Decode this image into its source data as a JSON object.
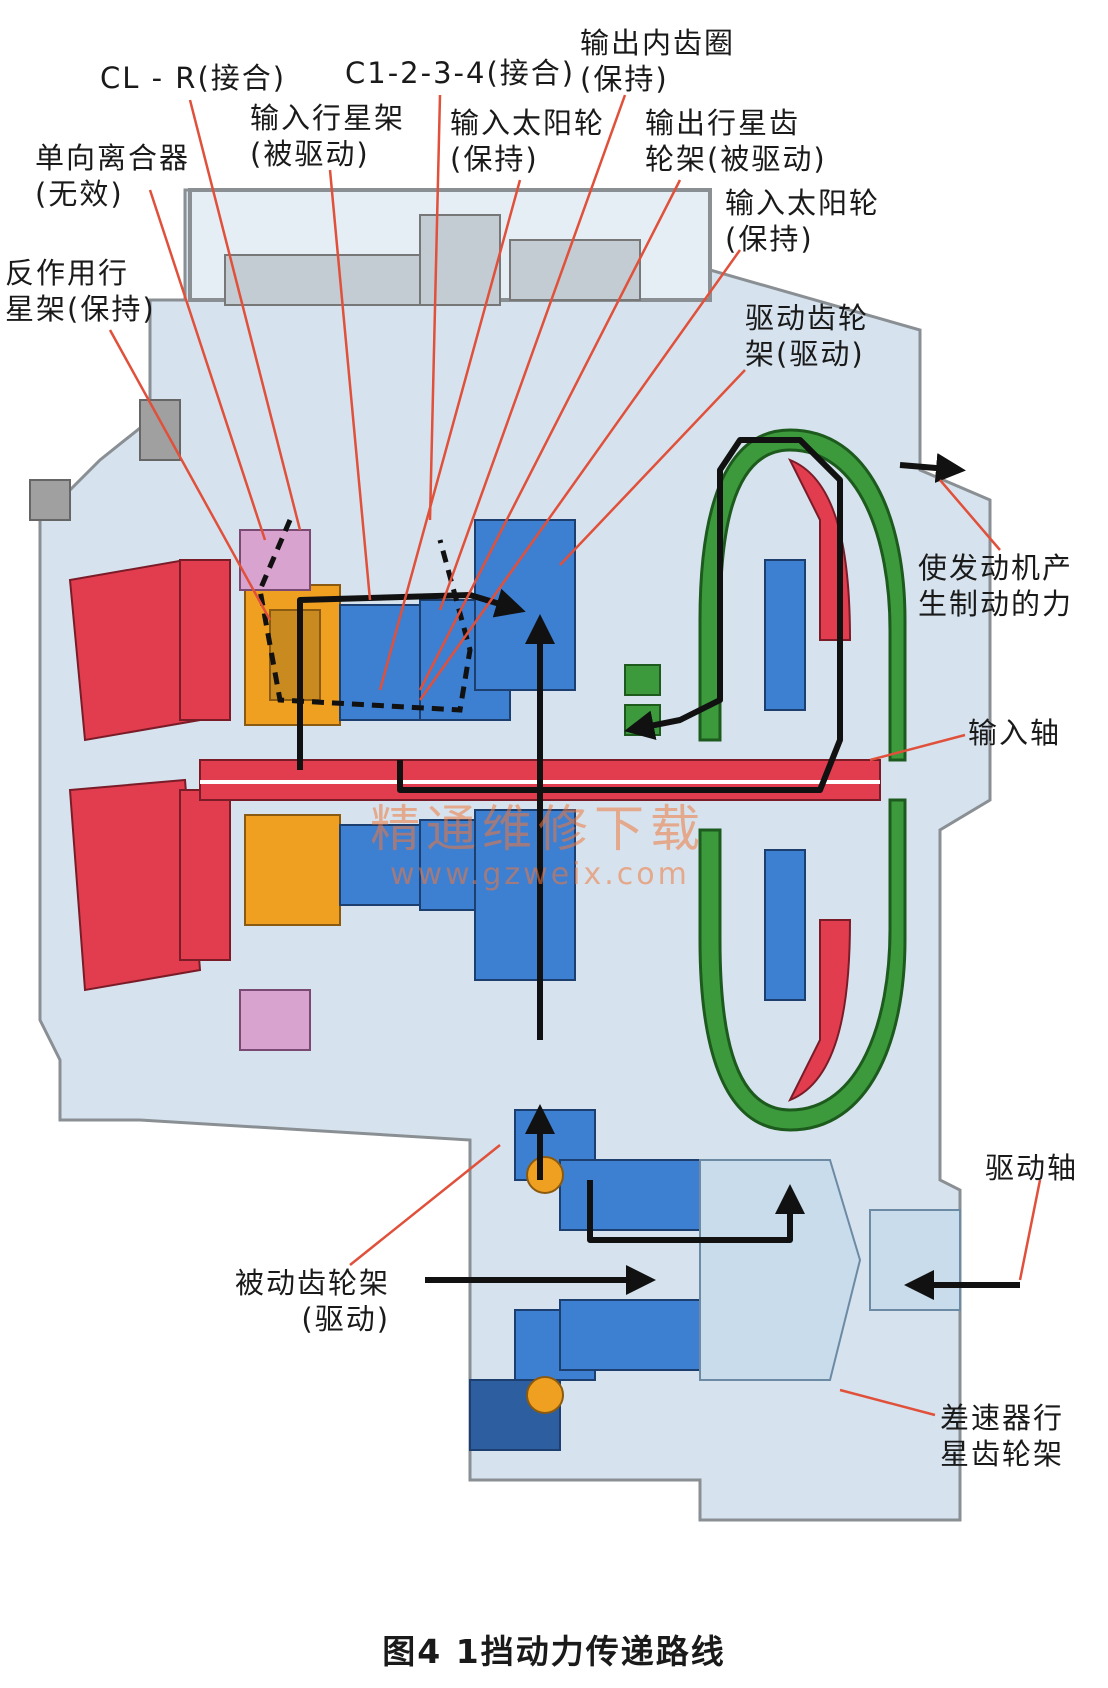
{
  "labels": {
    "cl_r": {
      "lines": [
        "CL - R(接合)"
      ]
    },
    "c1234": {
      "lines": [
        "C1-2-3-4(接合)"
      ]
    },
    "out_ring": {
      "lines": [
        "输出内齿圈",
        "(保持)"
      ]
    },
    "in_carrier": {
      "lines": [
        "输入行星架",
        "(被驱动)"
      ]
    },
    "in_sun_1": {
      "lines": [
        "输入太阳轮",
        "(保持)"
      ]
    },
    "out_carrier": {
      "lines": [
        "输出行星齿",
        "轮架(被驱动)"
      ]
    },
    "one_way": {
      "lines": [
        "单向离合器",
        "(无效)"
      ]
    },
    "in_sun_2": {
      "lines": [
        "输入太阳轮",
        "(保持)"
      ]
    },
    "reaction": {
      "lines": [
        "反作用行",
        "星架(保持)"
      ]
    },
    "drive_gear": {
      "lines": [
        "驱动齿轮",
        "架(驱动)"
      ]
    },
    "engine_brake": {
      "lines": [
        "使发动机产",
        "生制动的力"
      ]
    },
    "input_shaft": {
      "lines": [
        "输入轴"
      ]
    },
    "drive_shaft": {
      "lines": [
        "驱动轴"
      ]
    },
    "driven_gear": {
      "lines": [
        "被动齿轮架",
        "(驱动)"
      ]
    },
    "diff_carrier": {
      "lines": [
        "差速器行",
        "星齿轮架"
      ]
    }
  },
  "watermark": {
    "line1": "精通维修下载",
    "line2": "www.gzweix.com"
  },
  "caption": "图4  1挡动力传递路线",
  "colors": {
    "red": "#e23d4f",
    "blue": "#3d7fd1",
    "green": "#3c9a3c",
    "orange": "#f0a020",
    "pink": "#d9a3cf",
    "light_blue": "#c9dcec",
    "frame": "#8a8f94",
    "purple": "#7a3d8f",
    "arrow": "#111111"
  }
}
